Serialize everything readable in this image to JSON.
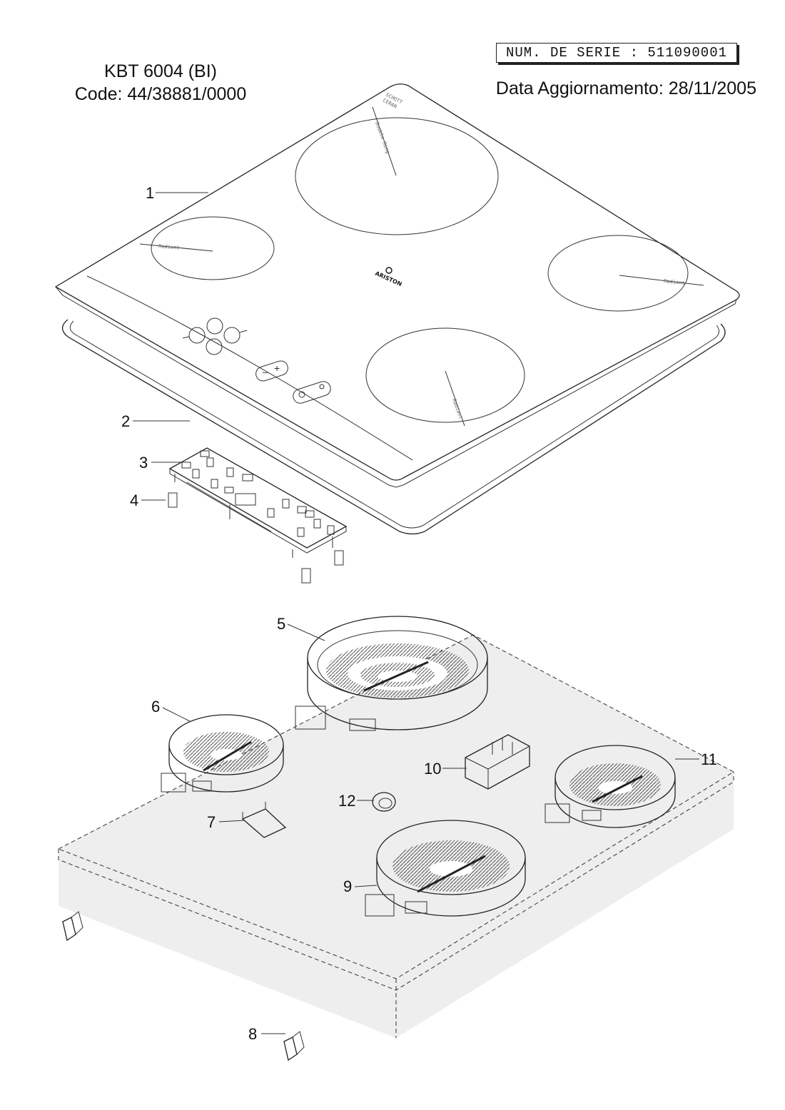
{
  "header": {
    "model": "KBT 6004 (BI)",
    "code": "Code: 44/38881/0000",
    "serial": "NUM. DE SERIE : 511090001",
    "update": "Data Aggiornamento: 28/11/2005"
  },
  "hob_markings": {
    "brand": "ARISTON",
    "glass_brand_line1": "SCHOTT",
    "glass_brand_line2": "CERAN",
    "zone_top": "Double Ring",
    "zone_left": "Radiant",
    "zone_right": "Radiant",
    "zone_bottom": "Radiant"
  },
  "parts": [
    {
      "id": "1"
    },
    {
      "id": "2"
    },
    {
      "id": "3"
    },
    {
      "id": "4"
    },
    {
      "id": "5"
    },
    {
      "id": "6"
    },
    {
      "id": "7"
    },
    {
      "id": "8"
    },
    {
      "id": "9"
    },
    {
      "id": "10"
    },
    {
      "id": "11"
    },
    {
      "id": "12"
    }
  ],
  "colors": {
    "line": "#222222",
    "tray_fill": "#eeeeee"
  }
}
